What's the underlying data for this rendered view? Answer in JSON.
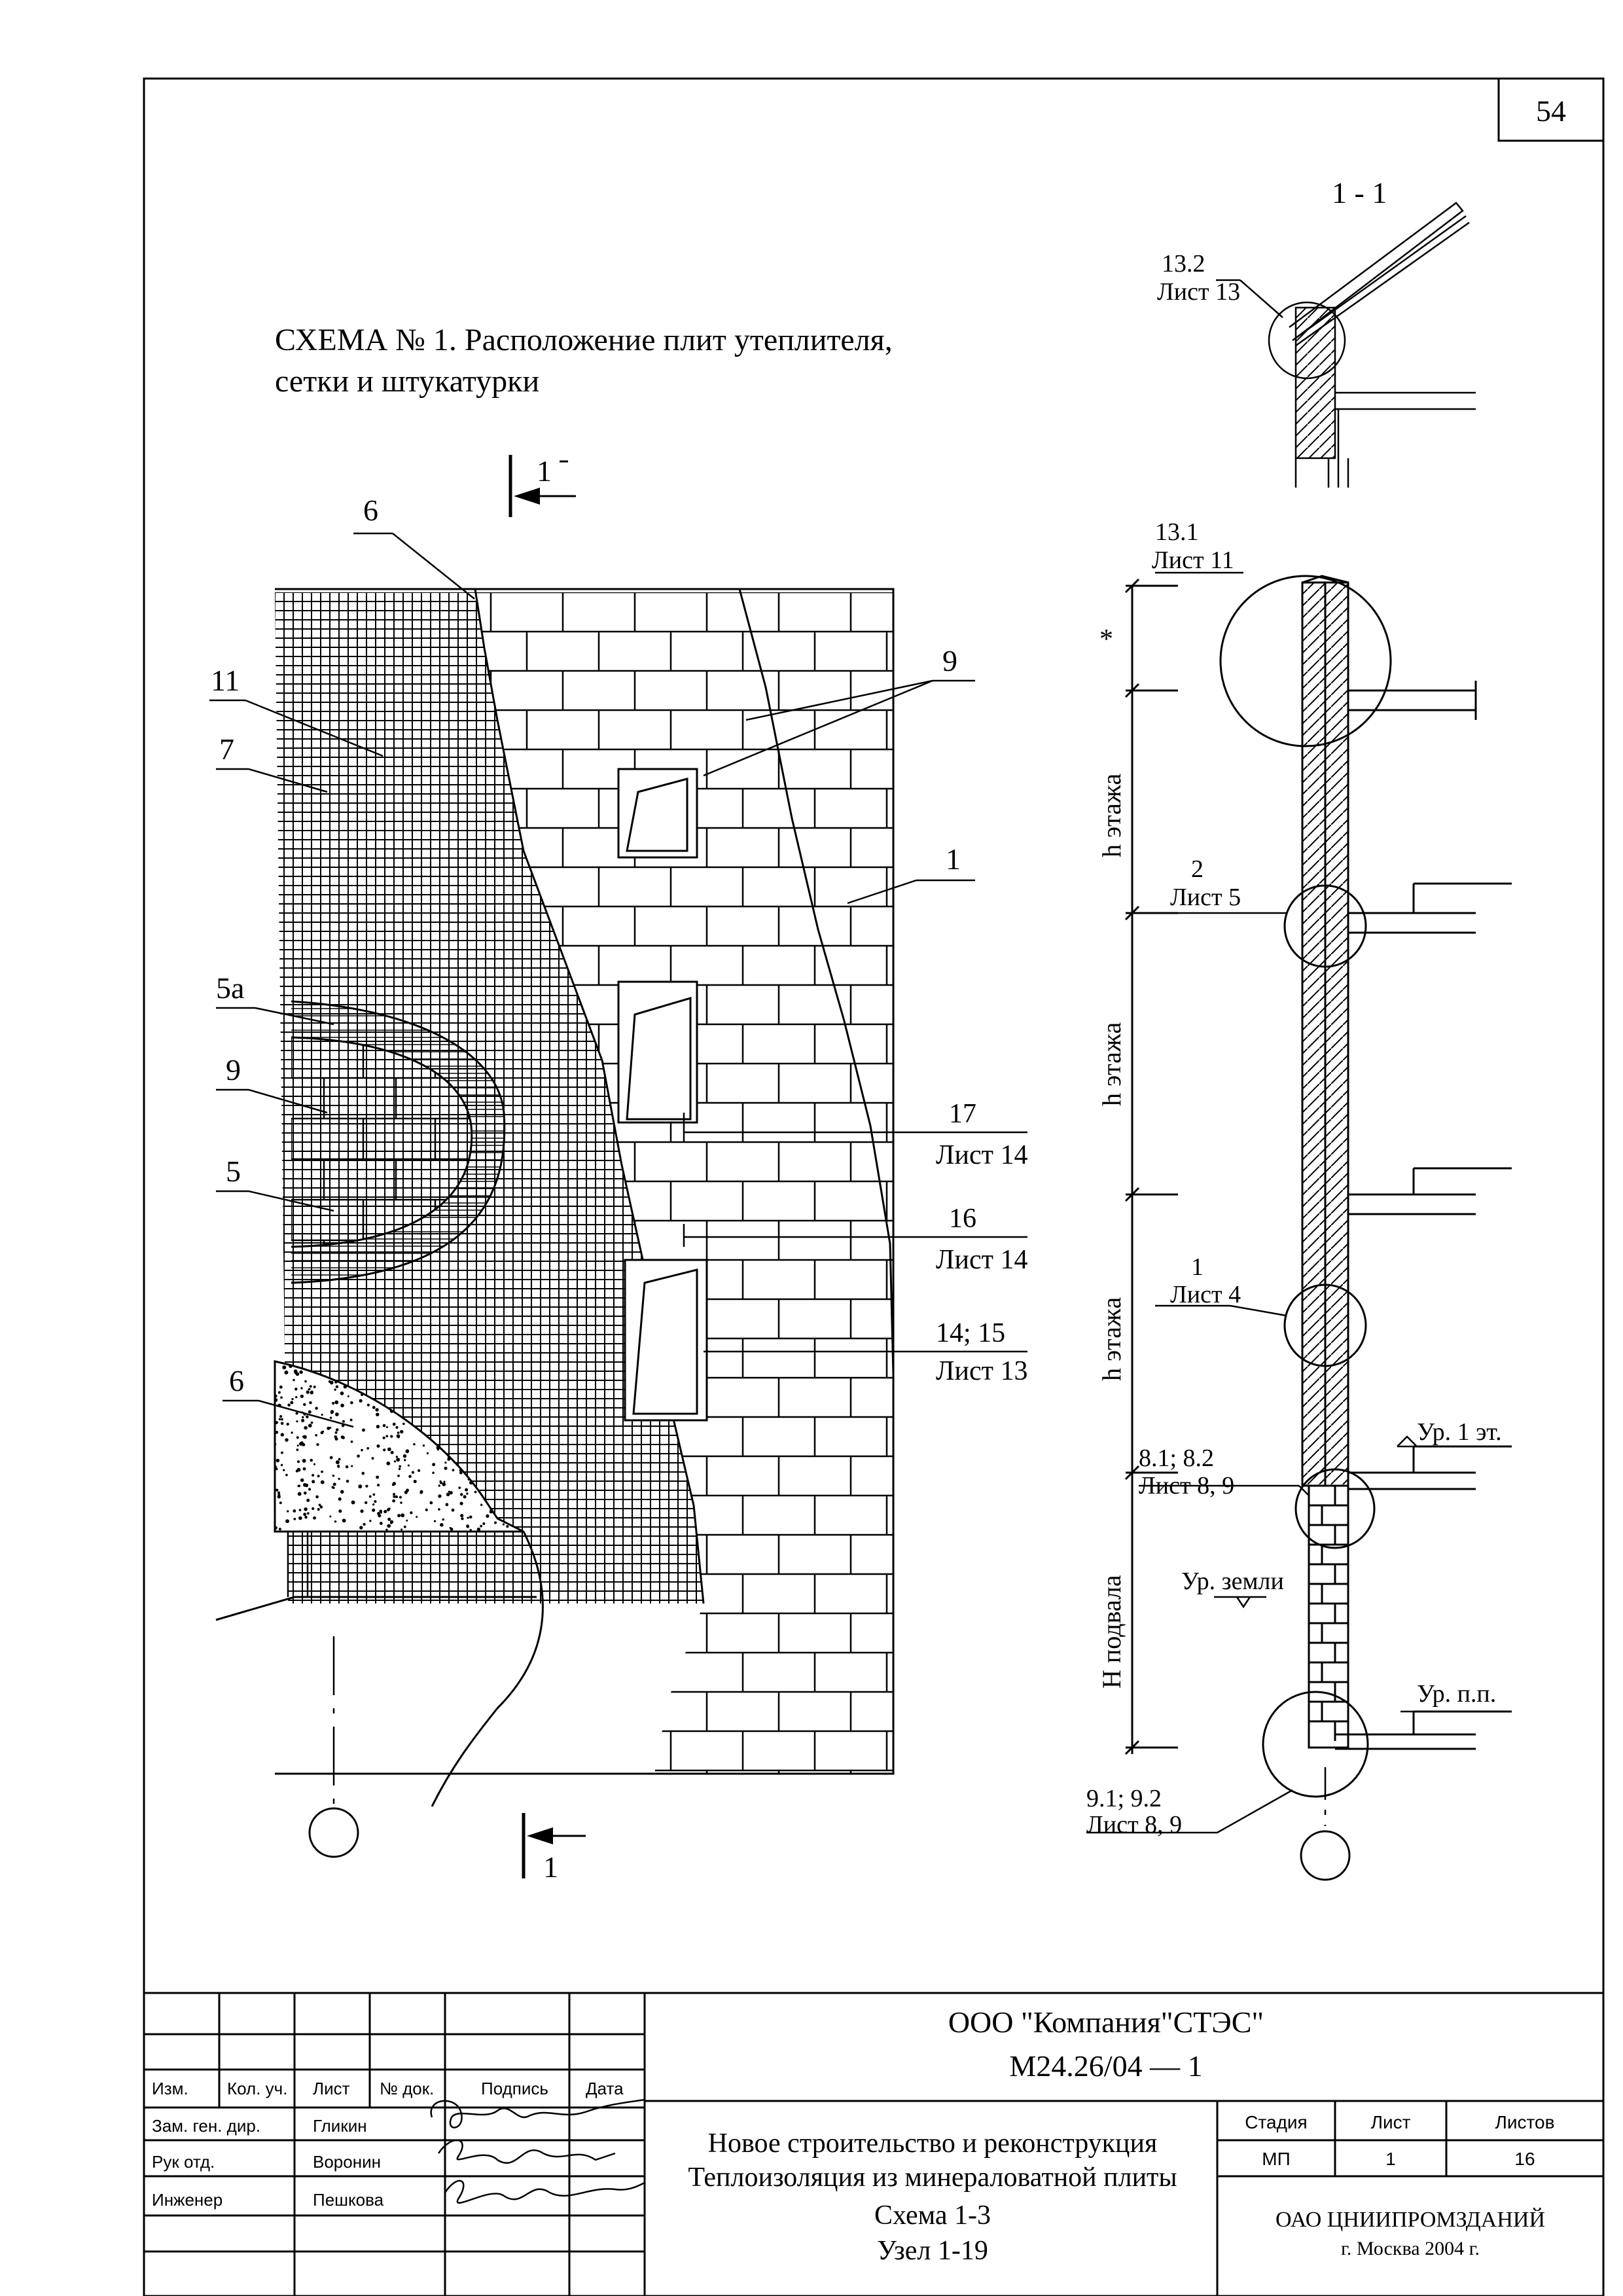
{
  "page_number": "54",
  "scheme": {
    "title_line1": "СХЕМА № 1. Расположение плит утеплителя,",
    "title_line2": "сетки и штукатурки"
  },
  "facade": {
    "section_mark_top": "1",
    "section_mark_bottom": "1",
    "callouts": {
      "c6_top": "6",
      "c11": "11",
      "c7": "7",
      "c9_top": "9",
      "c1": "1",
      "c5a": "5а",
      "c9_left": "9",
      "c5": "5",
      "c6_bottom": "6"
    },
    "refs": [
      {
        "num": "17",
        "sheet": "Лист 14"
      },
      {
        "num": "16",
        "sheet": "Лист 14"
      },
      {
        "num": "14; 15",
        "sheet": "Лист 13"
      }
    ]
  },
  "section": {
    "title": "1 - 1",
    "top_ref": {
      "num": "13.2",
      "sheet": "Лист 13"
    },
    "nodes": [
      {
        "num": "13.1",
        "sheet": "Лист 11"
      },
      {
        "num": "2",
        "sheet": "Лист 5"
      },
      {
        "num": "1",
        "sheet": "Лист 4"
      },
      {
        "num": "8.1; 8.2",
        "sheet": "Лист 8, 9"
      },
      {
        "num": "9.1; 9.2",
        "sheet": "Лист 8, 9"
      }
    ],
    "asterisk": "*",
    "dim_labels": [
      "h этажа",
      "h этажа",
      "h этажа",
      "Н подвала"
    ],
    "levels": {
      "floor1": "Ур. 1 эт.",
      "ground": "Ур. земли",
      "basement_floor": "Ур. п.п."
    }
  },
  "stamp": {
    "headers": [
      "Изм.",
      "Кол. уч.",
      "Лист",
      "№ док.",
      "Подпись",
      "Дата"
    ],
    "people": [
      {
        "role": "Зам. ген. дир.",
        "name": "Гликин"
      },
      {
        "role": "Рук отд.",
        "name": "Воронин"
      },
      {
        "role": "Инженер",
        "name": "Пешкова"
      }
    ],
    "company": "ООО \"Компания\"СТЭС\"",
    "doc_code": "М24.26/04   —  1",
    "title_lines": [
      "Новое строительство и реконструкция",
      "Теплоизоляция из минераловатной плиты",
      "Схема 1-3",
      "Узел 1-19"
    ],
    "stage_headers": [
      "Стадия",
      "Лист",
      "Листов"
    ],
    "stage_values": [
      "МП",
      "1",
      "16"
    ],
    "org_line1": "ОАО ЦНИИПРОМЗДАНИЙ",
    "org_line2": "г. Москва 2004 г."
  }
}
